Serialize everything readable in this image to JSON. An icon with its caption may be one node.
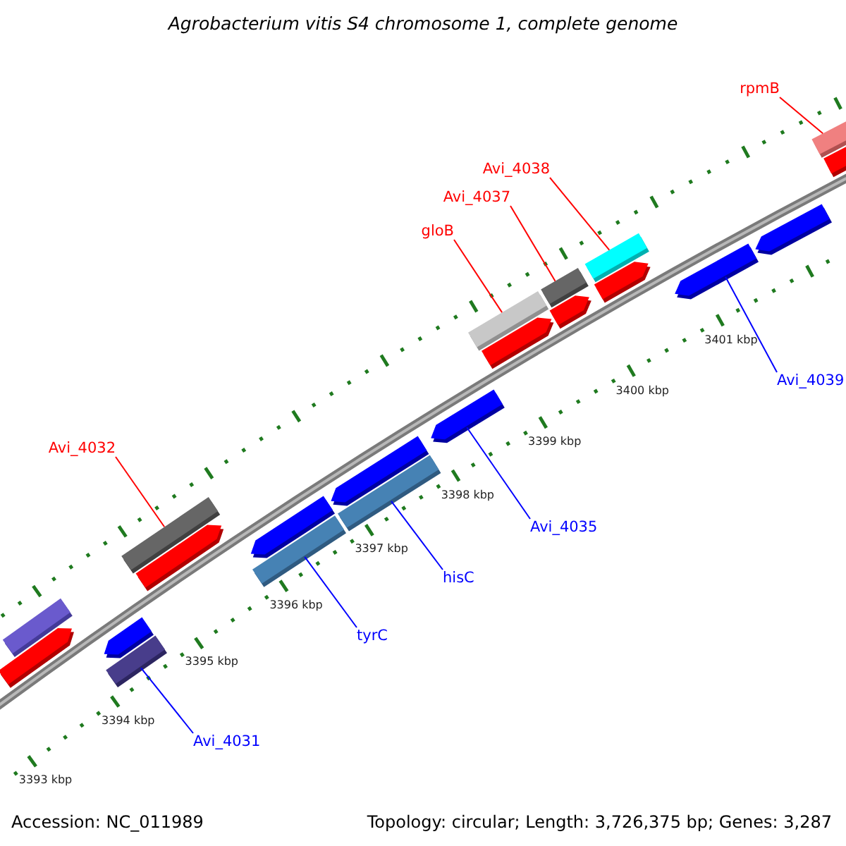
{
  "diagram": {
    "title": "Agrobacterium vitis S4 chromosome 1, complete genome",
    "nodes": [
      {
        "text": [
          "rpmB"
        ]
      },
      {
        "text": [
          "Avi_4038"
        ]
      },
      {
        "text": [
          "Avi_4037"
        ]
      },
      {
        "text": [
          "gloB"
        ]
      },
      {
        "text": [
          "Avi_4039"
        ]
      },
      {
        "text": [
          "Avi_4035"
        ]
      },
      {
        "text": [
          "Avi_4032"
        ]
      },
      {
        "text": [
          "hisC"
        ]
      },
      {
        "text": [
          "tyrC"
        ]
      },
      {
        "text": [
          "Avi_4031"
        ]
      },
      {
        "text": [],
        "shape": "bar"
      },
      {
        "text": [],
        "shape": "bar"
      },
      {
        "text": [],
        "shape": "bar"
      },
      {
        "text": [],
        "shape": "bar"
      },
      {
        "text": [],
        "shape": "bar"
      },
      {
        "text": [],
        "shape": "bar"
      },
      {
        "text": [],
        "shape": "bar"
      },
      {
        "text": [],
        "shape": "bar"
      },
      {
        "text": [],
        "shape": "bar"
      },
      {
        "text": [],
        "shape": "bar"
      },
      {
        "text": [],
        "shape": "bar"
      },
      {
        "text": [],
        "shape": "bar"
      },
      {
        "text": [],
        "shape": "bar"
      },
      {
        "text": [],
        "shape": "bar"
      },
      {
        "text": [],
        "shape": "bar"
      },
      {
        "text": [],
        "shape": "bar"
      },
      {
        "text": [],
        "shape": "bar"
      },
      {
        "text": [],
        "shape": "bar"
      },
      {
        "text": [],
        "shape": "bar"
      },
      {
        "text": [],
        "shape": "bar"
      },
      {
        "text": [],
        "shape": "bar"
      }
    ],
    "edges": [
      {
        "from": 0,
        "to": 29,
        "arrow": "none"
      },
      {
        "from": 1,
        "to": 25,
        "arrow": "none"
      },
      {
        "from": 2,
        "to": 23,
        "arrow": "none"
      },
      {
        "from": 3,
        "to": 21,
        "arrow": "none"
      },
      {
        "from": 4,
        "to": 27,
        "arrow": "none",
        "color": "#0000ff"
      },
      {
        "from": 5,
        "to": 20,
        "arrow": "none",
        "color": "#0000ff"
      },
      {
        "from": 6,
        "to": 14,
        "arrow": "none"
      },
      {
        "from": 7,
        "to": 19,
        "arrow": "none",
        "color": "#0000ff"
      },
      {
        "from": 8,
        "to": 17,
        "arrow": "none",
        "color": "#0000ff"
      },
      {
        "from": 9,
        "to": 12,
        "arrow": "none",
        "color": "#0000ff"
      }
    ],
    "labels": [
      "3401 kbp",
      "3400 kbp",
      "3399 kbp",
      "3398 kbp",
      "3397 kbp",
      "3396 kbp",
      "3395 kbp",
      "3394 kbp",
      "3393 kbp",
      "Accession: NC_011989",
      "Topology: circular; Length: 3,726,375 bp; Genes: 3,287"
    ]
  }
}
